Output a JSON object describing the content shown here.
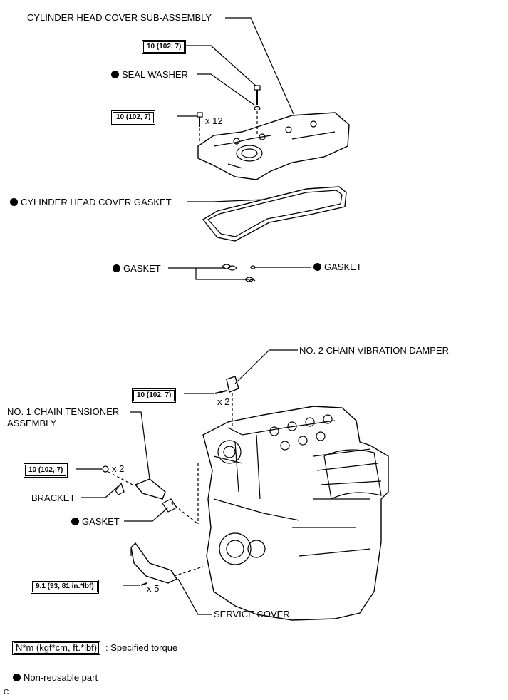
{
  "labels": {
    "head_cover": "CYLINDER HEAD COVER SUB-ASSEMBLY",
    "seal_washer": "SEAL WASHER",
    "head_cover_gasket": "CYLINDER HEAD COVER GASKET",
    "gasket_left": "GASKET",
    "gasket_right": "GASKET",
    "chain_damper": "NO. 2 CHAIN VIBRATION DAMPER",
    "tensioner_line1": "NO. 1 CHAIN TENSIONER",
    "tensioner_line2": "ASSEMBLY",
    "bracket": "BRACKET",
    "gasket_lower": "GASKET",
    "service_cover": "SERVICE COVER"
  },
  "torques": {
    "t1": "10 (102, 7)",
    "t2": "10 (102, 7)",
    "t3": "10 (102, 7)",
    "t4": "10 (102, 7)",
    "t5": "9.1 (93, 81 in.*lbf)"
  },
  "multipliers": {
    "m1": "x 12",
    "m2": "x 2",
    "m3": "x 2",
    "m4": "x 5"
  },
  "legend": {
    "torque_box": "N*m (kgf*cm, ft.*lbf)",
    "torque_text": ": Specified torque",
    "nonreusable": "Non-reusable part"
  },
  "footer_code": "C"
}
